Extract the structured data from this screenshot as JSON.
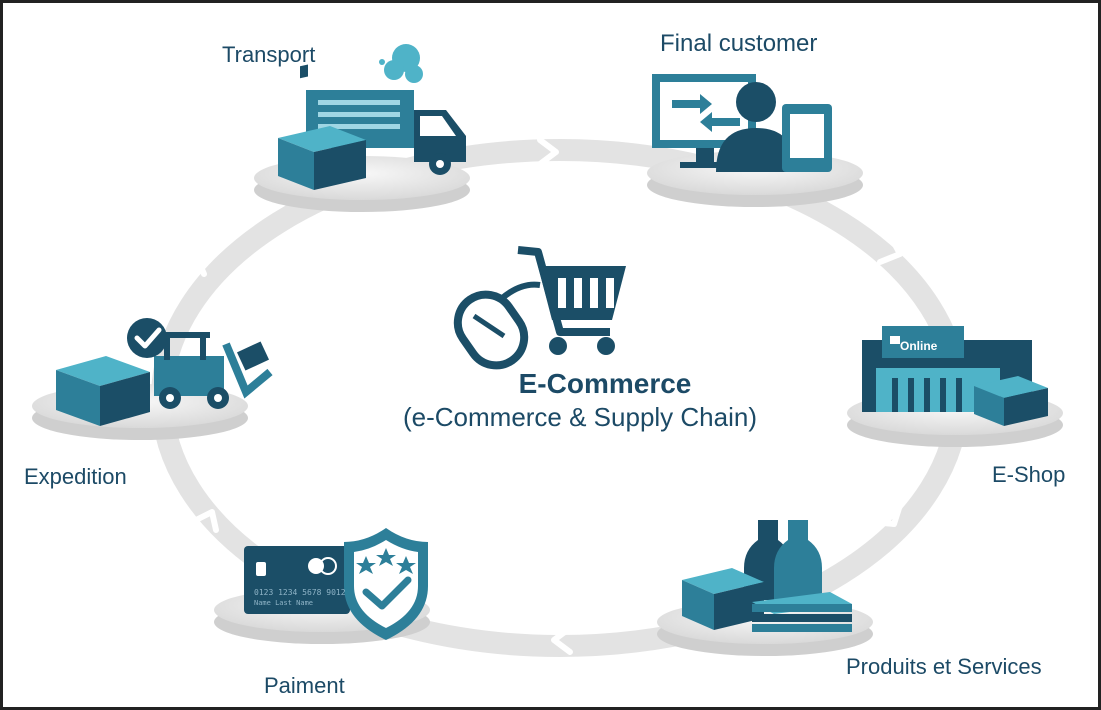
{
  "center": {
    "title": "E-Commerce",
    "subtitle": "(e-Commerce & Supply Chain)"
  },
  "stages": {
    "transport": "Transport",
    "final_customer": "Final customer",
    "eshop": "E-Shop",
    "produits": "Produits et Services",
    "paiment": "Paiment",
    "expedition": "Expedition"
  },
  "eshop_badge": "Online",
  "card": {
    "number": "0123 1234 5678 9012",
    "name": "Name Last Name"
  },
  "colors": {
    "dark_teal": "#1b4e67",
    "mid_teal": "#2d7f99",
    "light_teal": "#4fb3c8",
    "ring_gray": "#e3e3e3",
    "text": "#1c4a66"
  }
}
